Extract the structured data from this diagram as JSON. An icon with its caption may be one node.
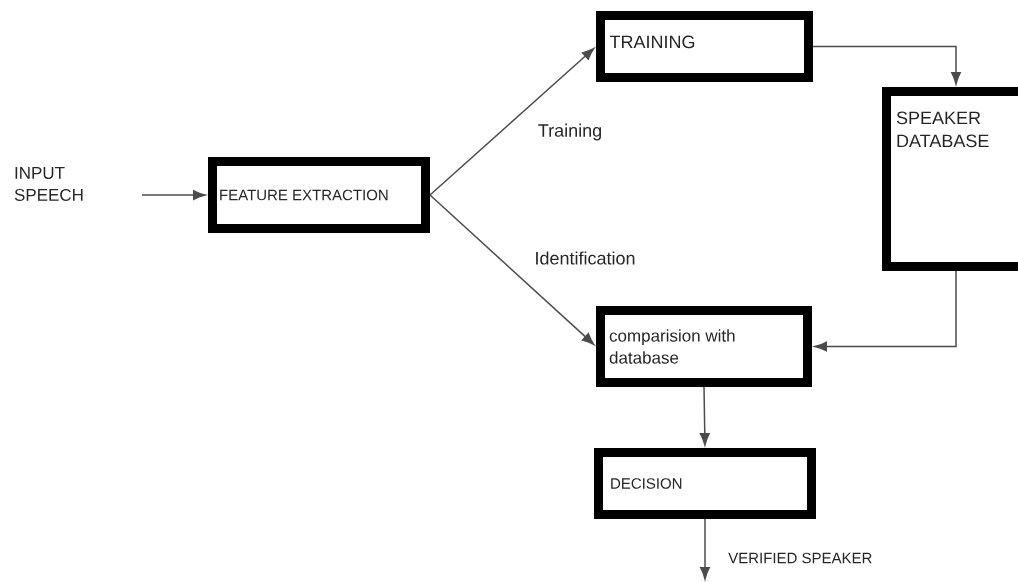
{
  "diagram": {
    "nodes": [
      {
        "text": [
          "INPUT SPEECH"
        ]
      },
      {
        "text": [
          "FEATURE EXTRACTION"
        ]
      },
      {
        "text": [
          "TRAINING"
        ]
      },
      {
        "text": [
          "SPEAKER DATABASE"
        ]
      },
      {
        "text": [
          "comparision with database"
        ]
      },
      {
        "text": [
          "DECISION"
        ]
      }
    ],
    "edges": [
      {
        "from": 0,
        "to": 1,
        "arrow": "to"
      },
      {
        "from": 1,
        "to": 2,
        "arrow": "to",
        "label": "Training"
      },
      {
        "from": 1,
        "to": 4,
        "arrow": "to",
        "label": "Identification"
      },
      {
        "from": 2,
        "to": 3,
        "arrow": "to"
      },
      {
        "from": 3,
        "to": 4,
        "arrow": "to"
      },
      {
        "from": 4,
        "to": 5,
        "arrow": "to"
      },
      {
        "from": 5,
        "to": null,
        "arrow": "to",
        "label": "VERIFIED SPEAKER"
      }
    ]
  }
}
